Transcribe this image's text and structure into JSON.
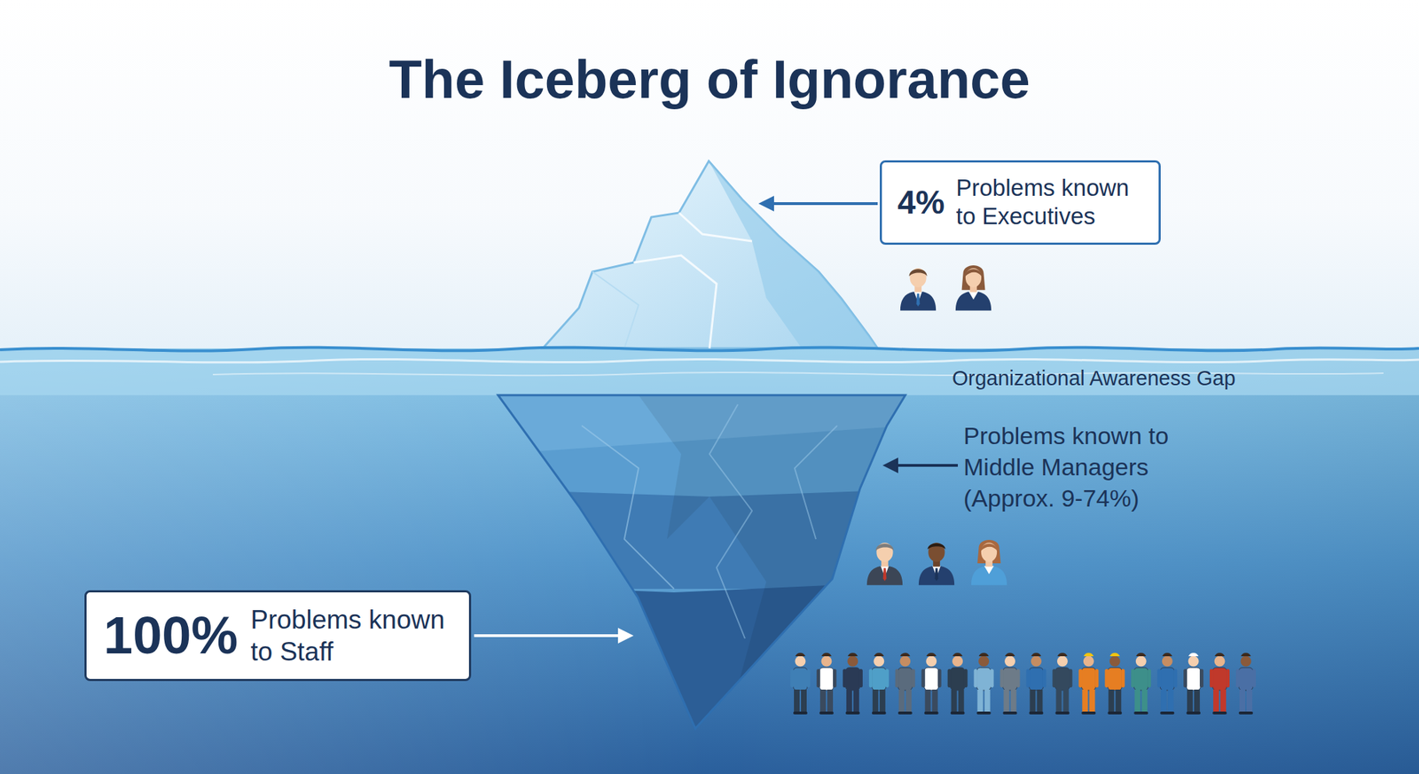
{
  "diagram": {
    "title": "The Iceberg of Ignorance",
    "nodes": [
      {
        "text": [
          "4%",
          "Problems known to Executives"
        ]
      },
      {
        "text": [
          "100%",
          "Problems known to Staff"
        ]
      }
    ],
    "labels": [
      "Organizational Awareness Gap",
      "Problems known to Middle Managers (Approx. 9-74%)"
    ]
  }
}
